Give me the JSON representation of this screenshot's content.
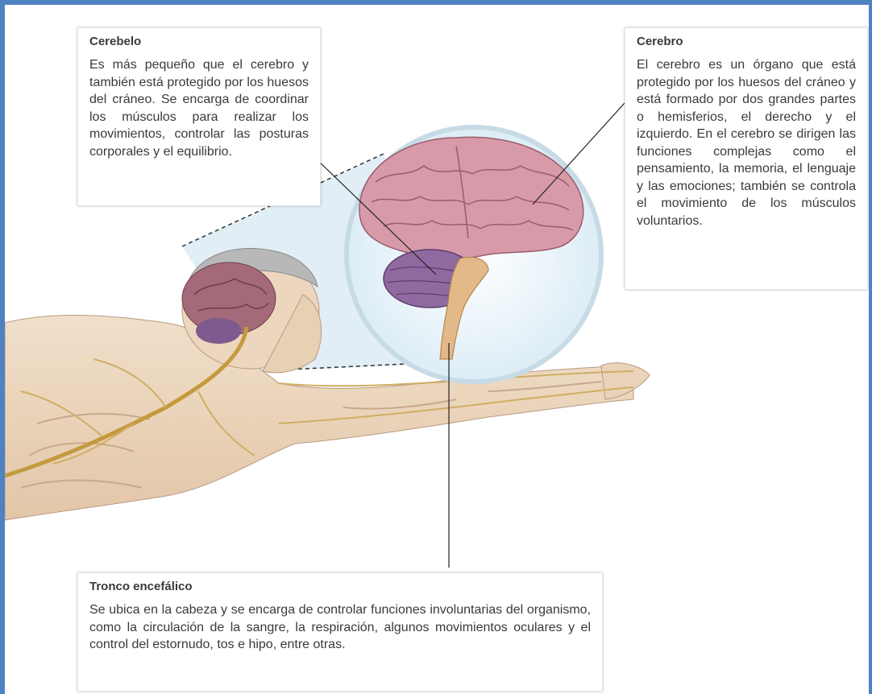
{
  "cerebelo": {
    "title": "Cerebelo",
    "text": "Es más pequeño que el cerebro y también está protegido por los huesos del cráneo. Se encarga de coordinar los músculos para realizar los movimientos, controlar las posturas corporales y el equilibrio."
  },
  "cerebro": {
    "title": "Cerebro",
    "text": "El cerebro es un órgano que está protegido por los huesos del cráneo y está formado por dos grandes partes o hemisferios, el derecho y el izquierdo. En el cerebro se dirigen las funciones complejas como el pensamiento, la memoria, el lenguaje y las emociones; también se controla el movimiento de los músculos voluntarios."
  },
  "tronco": {
    "title": "Tronco encefálico",
    "text": "Se ubica en la cabeza y se encarga de controlar funciones involuntarias del organismo, como la circulación de la sangre, la respiración, algunos movimientos oculares y el control del estornudo, tos e hipo, entre otras."
  },
  "colors": {
    "frame": "#4f82c0",
    "skin": "#ecd6bd",
    "brain": "#d89aa8",
    "cerebellum": "#8e6aa0",
    "brainstem": "#e3b98a",
    "nerve": "#caa24a"
  }
}
